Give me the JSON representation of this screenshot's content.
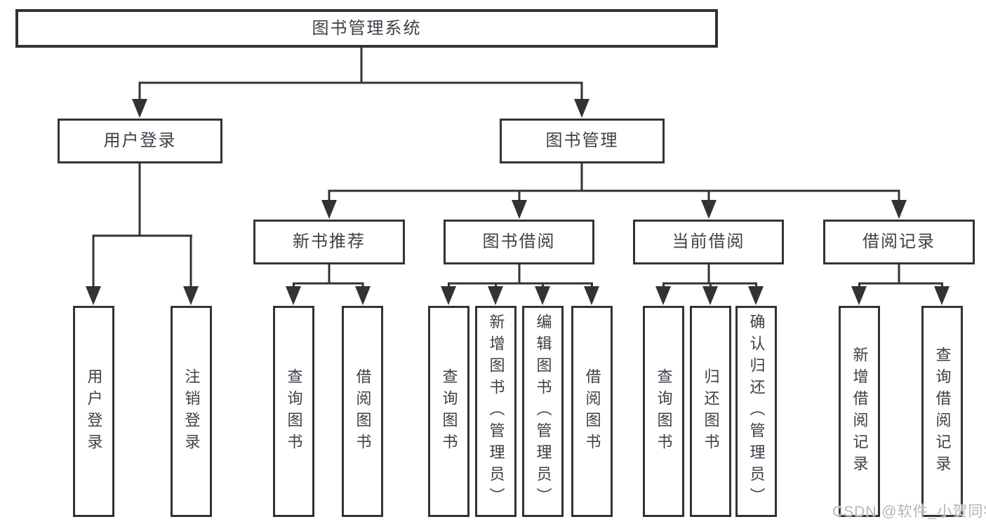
{
  "diagram": {
    "root": {
      "label": "图书管理系统"
    },
    "branches": [
      {
        "label": "用户登录",
        "children": [
          {
            "label": "用户登录"
          },
          {
            "label": "注销登录"
          }
        ]
      },
      {
        "label": "图书管理",
        "children": [
          {
            "label": "新书推荐",
            "children": [
              {
                "label": "查询图书"
              },
              {
                "label": "借阅图书"
              }
            ]
          },
          {
            "label": "图书借阅",
            "children": [
              {
                "label": "查询图书"
              },
              {
                "label": "新增图书（管理员）"
              },
              {
                "label": "编辑图书（管理员）"
              },
              {
                "label": "借阅图书"
              }
            ]
          },
          {
            "label": "当前借阅",
            "children": [
              {
                "label": "查询图书"
              },
              {
                "label": "归还图书"
              },
              {
                "label": "确认归还（管理员）"
              }
            ]
          },
          {
            "label": "借阅记录",
            "children": [
              {
                "label": "新增借阅记录"
              },
              {
                "label": "查询借阅记录"
              }
            ]
          }
        ]
      }
    ]
  },
  "watermark": "CSDN @软件_小贺同学",
  "colors": {
    "line": "#333333",
    "text": "#3b4148",
    "watermark": "#b5b5b5",
    "background": "#ffffff"
  }
}
